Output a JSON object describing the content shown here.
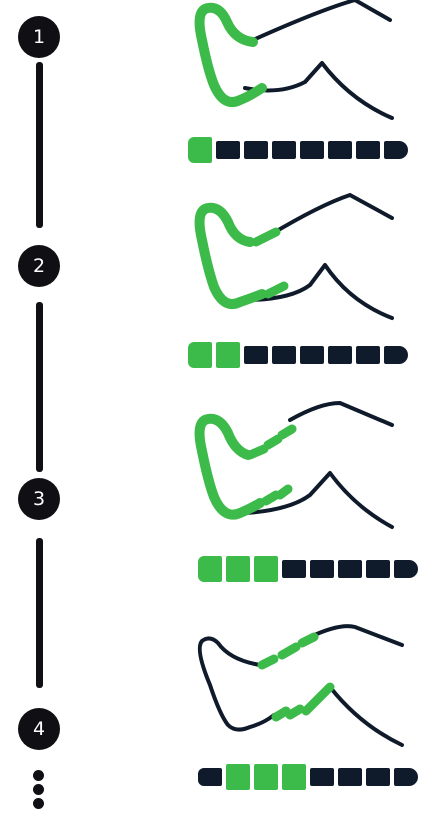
{
  "colors": {
    "accent": "#3dbb4a",
    "dark": "#0f1a2a",
    "circle": "#0f0f14"
  },
  "steps": [
    {
      "number": "1",
      "active_segments": 1,
      "total_segments": 8
    },
    {
      "number": "2",
      "active_segments": 2,
      "total_segments": 8
    },
    {
      "number": "3",
      "active_segments": 3,
      "total_segments": 8
    },
    {
      "number": "4",
      "active_segments": 3,
      "active_offset": 1,
      "total_segments": 8
    }
  ],
  "continuation": "more-steps-dots"
}
